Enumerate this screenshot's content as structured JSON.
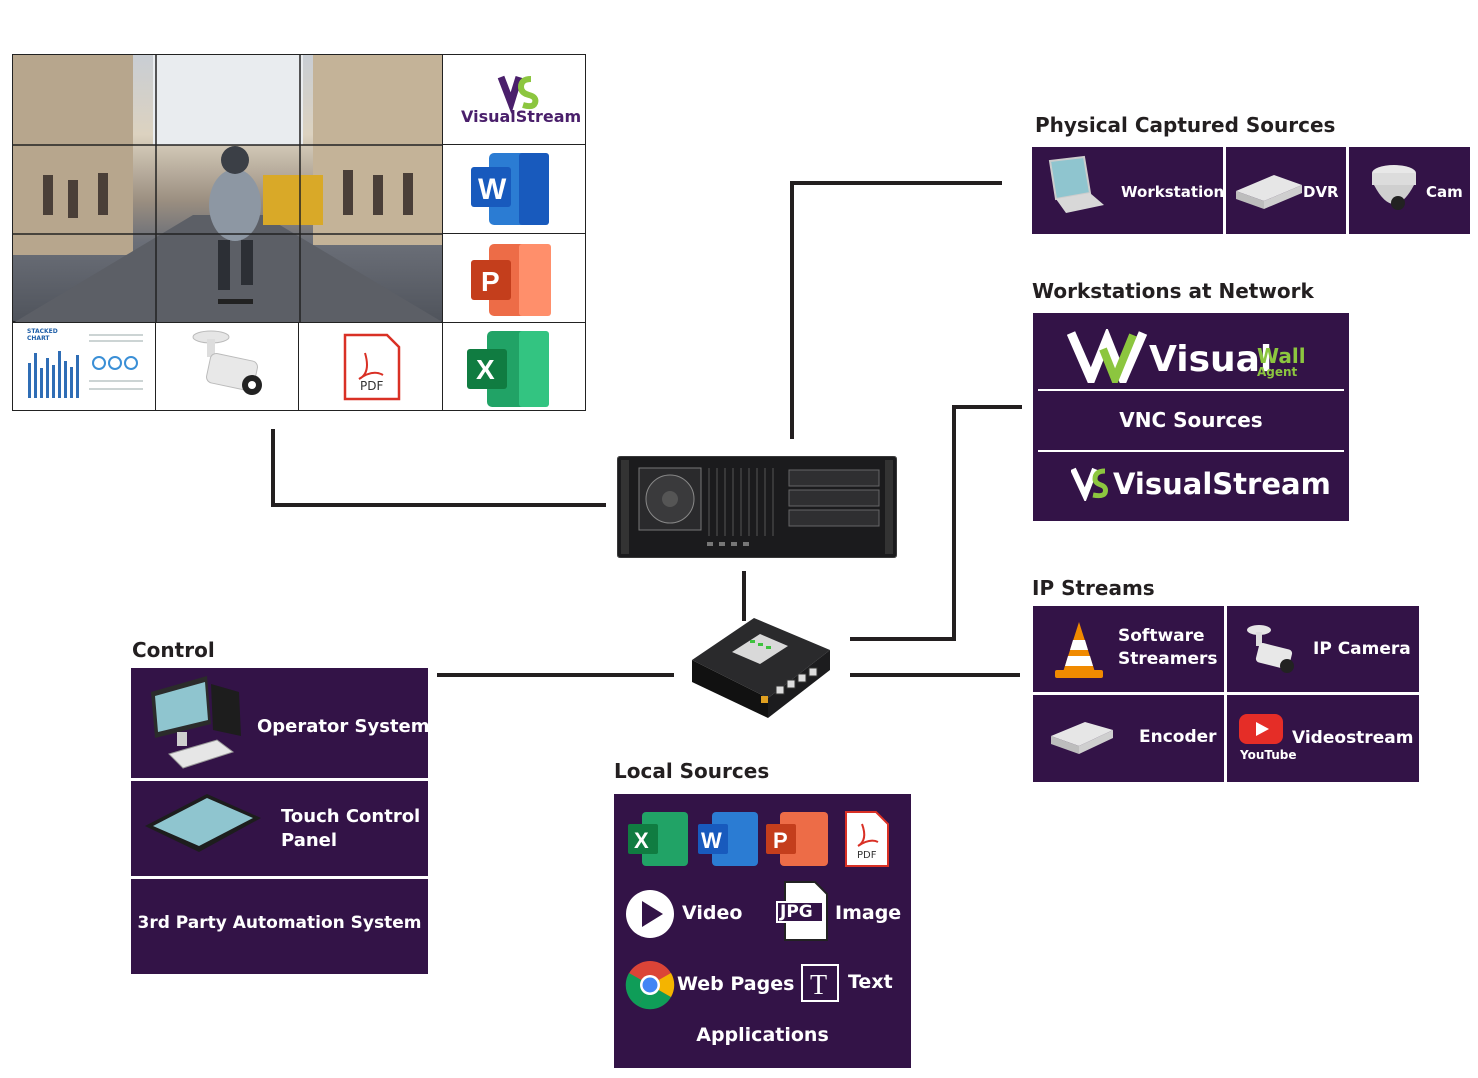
{
  "video_wall": {
    "logo": "VisualStream",
    "pdf_label": "PDF",
    "chart_title": "STACKED CHART"
  },
  "physical": {
    "heading": "Physical Captured Sources",
    "items": [
      {
        "label": "Workstation",
        "icon": "laptop-icon"
      },
      {
        "label": "DVR",
        "icon": "dvr-icon"
      },
      {
        "label": "Cam",
        "icon": "dome-camera-icon"
      }
    ]
  },
  "network": {
    "heading": "Workstations at Network",
    "visualwall": {
      "brand": "Visual",
      "wall": "Wall",
      "agent": "Agent"
    },
    "vnc": "VNC Sources",
    "visualstream": "VisualStream"
  },
  "ip": {
    "heading": "IP Streams",
    "software": [
      "Software",
      "Streamers"
    ],
    "camera": "IP Camera",
    "encoder": "Encoder",
    "videostream": "Videostream",
    "youtube": "YouTube"
  },
  "control": {
    "heading": "Control",
    "operator": "Operator System",
    "touch": [
      "Touch Control",
      "Panel"
    ],
    "automation": "3rd Party Automation System"
  },
  "local": {
    "heading": "Local Sources",
    "pdf": "PDF",
    "video": "Video",
    "image": "Image",
    "jpg": "JPG",
    "web": "Web Pages",
    "text": "Text",
    "applications": "Applications"
  },
  "colors": {
    "panel": "#331347",
    "wire": "#231f20",
    "accent_green": "#8cc63f"
  }
}
